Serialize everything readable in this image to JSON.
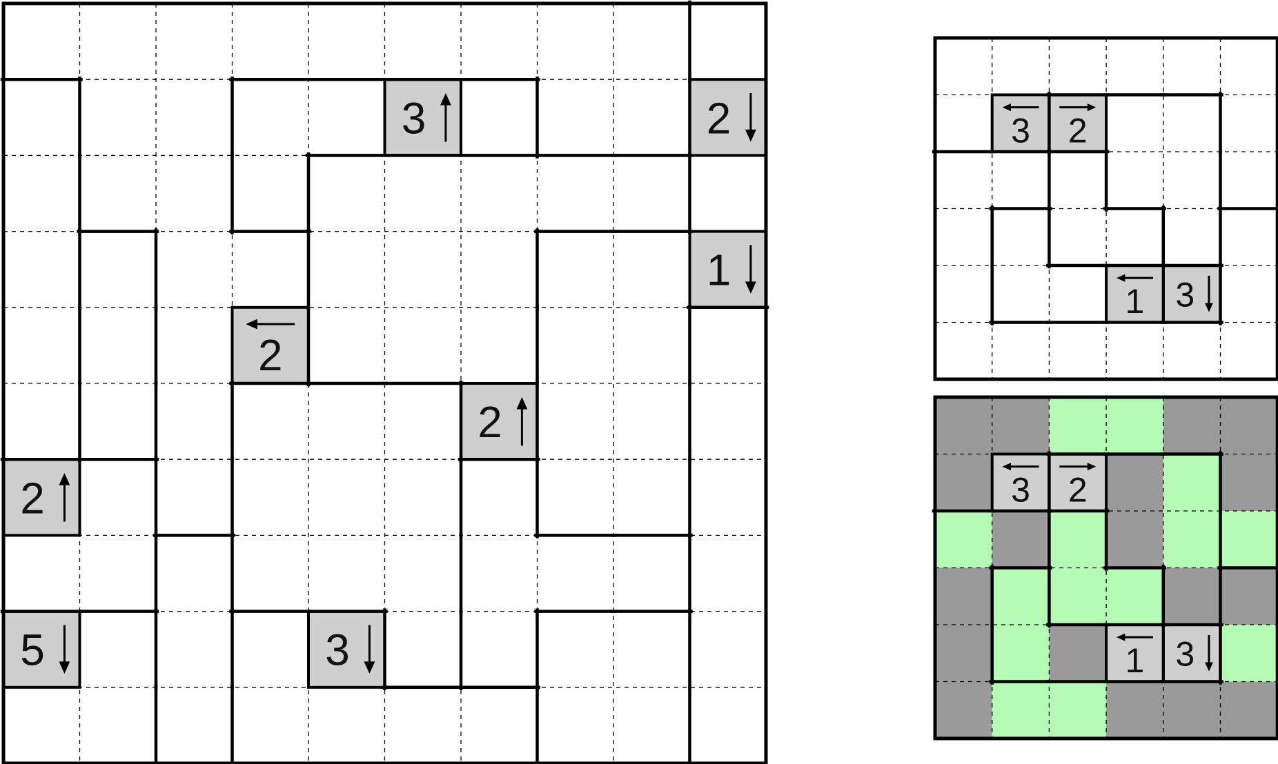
{
  "colors": {
    "background": "#ffffff",
    "clue_fill": "#cfcfcf",
    "shaded": "#9a9a9a",
    "unshaded": "#b5fab5",
    "line": "#000000",
    "dashed": "#000000"
  },
  "arrow_icon_names": {
    "up": "arrow-up-icon",
    "down": "arrow-down-icon",
    "left": "arrow-left-icon",
    "right": "arrow-right-icon"
  },
  "main_puzzle": {
    "rows": 10,
    "cols": 10,
    "region_rows": [
      "AAAAAAAAAB",
      "CAABBBBAAB",
      "CAABDDDDDB",
      "CEAADDDBBB",
      "CEAADDDBBF",
      "CEAGGGDBBF",
      "HHAGGGHBBF",
      "HHIGGGHHHF",
      "JJIKKGHLLF",
      "JJIKKKKLLF"
    ],
    "clues": [
      {
        "row": 1,
        "col": 5,
        "value": "3",
        "dir": "up"
      },
      {
        "row": 1,
        "col": 9,
        "value": "2",
        "dir": "down"
      },
      {
        "row": 3,
        "col": 9,
        "value": "1",
        "dir": "down"
      },
      {
        "row": 4,
        "col": 3,
        "value": "2",
        "dir": "left"
      },
      {
        "row": 5,
        "col": 6,
        "value": "2",
        "dir": "up"
      },
      {
        "row": 6,
        "col": 0,
        "value": "2",
        "dir": "up"
      },
      {
        "row": 8,
        "col": 0,
        "value": "5",
        "dir": "down"
      },
      {
        "row": 8,
        "col": 4,
        "value": "3",
        "dir": "down"
      }
    ]
  },
  "example_puzzle": {
    "rows": 6,
    "cols": 6,
    "region_rows": [
      "AAAAAA",
      "AABBBA",
      "CCDBBA",
      "CEDDBC",
      "CEEEEC",
      "CCCCCC"
    ],
    "clues": [
      {
        "row": 1,
        "col": 1,
        "value": "3",
        "dir": "left"
      },
      {
        "row": 1,
        "col": 2,
        "value": "2",
        "dir": "right"
      },
      {
        "row": 4,
        "col": 3,
        "value": "1",
        "dir": "left"
      },
      {
        "row": 4,
        "col": 4,
        "value": "3",
        "dir": "down"
      }
    ]
  },
  "example_solution": {
    "rows": 6,
    "cols": 6,
    "region_rows": [
      "AAAAAA",
      "AABBBA",
      "CCDBBA",
      "CEDDBC",
      "CEEEEC",
      "CCCCCC"
    ],
    "shading_rows": [
      "SSUUSS",
      "SCCSUS",
      "USUSUU",
      "SUUUSS",
      "SUSCCU",
      "SUUSSS"
    ],
    "clues": [
      {
        "row": 1,
        "col": 1,
        "value": "3",
        "dir": "left"
      },
      {
        "row": 1,
        "col": 2,
        "value": "2",
        "dir": "right"
      },
      {
        "row": 4,
        "col": 3,
        "value": "1",
        "dir": "left"
      },
      {
        "row": 4,
        "col": 4,
        "value": "3",
        "dir": "down"
      }
    ]
  }
}
